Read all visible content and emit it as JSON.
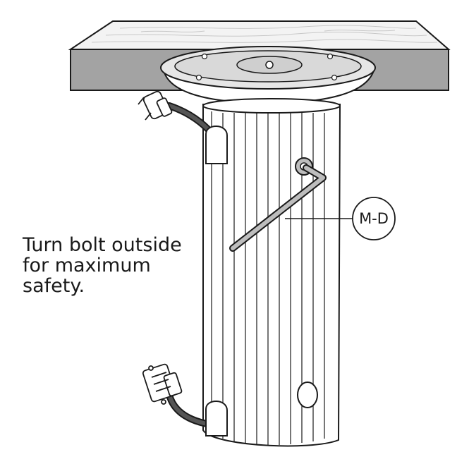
{
  "instruction": {
    "lines": [
      "Turn bolt outside",
      "for maximum",
      "safety."
    ]
  },
  "callout": {
    "label": "M-D"
  },
  "colors": {
    "line": "#1a1a1a",
    "wood_top": "#f4f4f4",
    "wood_edge": "#9a9a9a",
    "wall": "#ffffff"
  }
}
